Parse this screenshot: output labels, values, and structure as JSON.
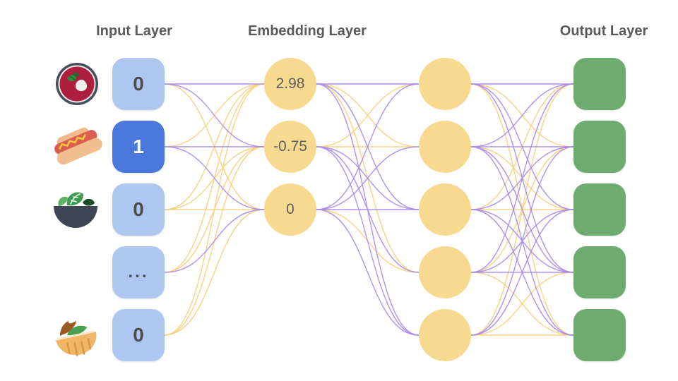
{
  "titles": {
    "input": "Input Layer",
    "embedding": "Embedding Layer",
    "output": "Output Layer"
  },
  "colors": {
    "edge_purple": "#A787E9",
    "edge_gold": "#F6CE7A",
    "input_fill": "#AEC7F0",
    "input_active_fill": "#4A77DC",
    "node_yellow": "#F7D98F",
    "output_green": "#6DAC6E",
    "title_text": "#58595B"
  },
  "input_layer": {
    "nodes": [
      {
        "value": "0",
        "icon": "borscht-soup",
        "active": false
      },
      {
        "value": "1",
        "icon": "hot-dog",
        "active": true
      },
      {
        "value": "0",
        "icon": "salad-bowl",
        "active": false
      },
      {
        "value": "...",
        "icon": null,
        "active": false
      },
      {
        "value": "0",
        "icon": "pita-wrap",
        "active": false
      }
    ]
  },
  "embedding_layer": {
    "nodes": [
      {
        "value": "2.98"
      },
      {
        "value": "-0.75"
      },
      {
        "value": "0"
      }
    ]
  },
  "hidden_layer": {
    "nodes": [
      {
        "value": ""
      },
      {
        "value": ""
      },
      {
        "value": ""
      },
      {
        "value": ""
      },
      {
        "value": ""
      }
    ]
  },
  "output_layer": {
    "nodes": [
      {
        "value": ""
      },
      {
        "value": ""
      },
      {
        "value": ""
      },
      {
        "value": ""
      },
      {
        "value": ""
      }
    ]
  },
  "edges": {
    "input_to_embedding": [
      [
        "p",
        "p",
        "g"
      ],
      [
        "g",
        "p",
        "p"
      ],
      [
        "g",
        "g",
        "g"
      ],
      [
        "g",
        "g",
        "p"
      ],
      [
        "g",
        "g",
        "g"
      ]
    ],
    "embedding_to_hidden": [
      [
        "p",
        "g",
        "p",
        "g",
        "p"
      ],
      [
        "g",
        "g",
        "p",
        "p",
        "p"
      ],
      [
        "p",
        "p",
        "p",
        "g",
        "p"
      ]
    ],
    "hidden_to_output": [
      [
        "p",
        "g",
        "p",
        "p",
        "g"
      ],
      [
        "p",
        "p",
        "g",
        "p",
        "p"
      ],
      [
        "g",
        "p",
        "g",
        "p",
        "p"
      ],
      [
        "p",
        "g",
        "p",
        "p",
        "g"
      ],
      [
        "g",
        "p",
        "p",
        "g",
        "g"
      ]
    ]
  }
}
